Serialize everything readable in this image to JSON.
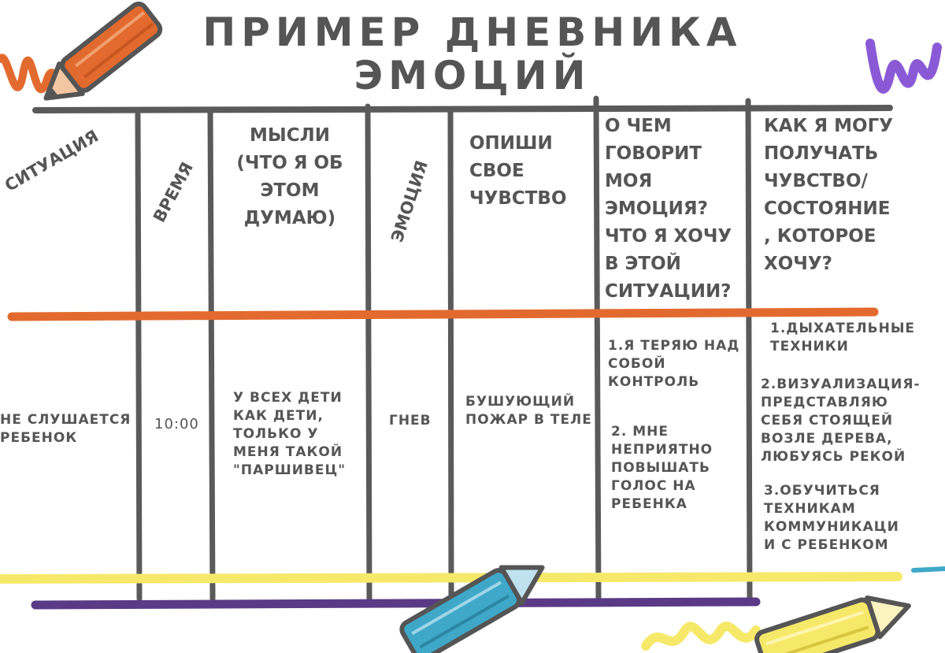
{
  "title": {
    "line1": "ПРИМЕР ДНЕВНИКА",
    "line2": "ЭМОЦИЙ"
  },
  "columns": {
    "situation": "СИТУАЦИЯ",
    "time": "ВРЕМЯ",
    "thoughts": "МЫСЛИ\n(ЧТО Я ОБ\nЭТОМ\nДУМАЮ)",
    "emotion": "ЭМОЦИЯ",
    "feeling": "ОПИШИ\nСВОЕ\nЧУВСТВО",
    "meaning": "О ЧЕМ\nГОВОРИТ\nМОЯ\nЭМОЦИЯ?\nЧТО Я ХОЧУ\nВ ЭТОЙ\nСИТУАЦИИ?",
    "how": "КАК Я МОГУ\nПОЛУЧАТЬ\nЧУВСТВО/\nСОСТОЯНИЕ\n, КОТОРОЕ\nХОЧУ?"
  },
  "row": {
    "situation": "НЕ СЛУШАЕТСЯ\nРЕБЕНОК",
    "time": "10:00",
    "thoughts": "У ВСЕХ ДЕТИ\nКАК ДЕТИ,\nТОЛЬКО У\nМЕНЯ ТАКОЙ\n\"ПАРШИВЕЦ\"",
    "emotion": "ГНЕВ",
    "feeling": "БУШУЮЩИЙ\nПОЖАР В ТЕЛЕ",
    "meaning_1": "1.Я ТЕРЯЮ НАД\nСОБОЙ\nКОНТРОЛЬ",
    "meaning_2": "2. МНЕ\nНЕПРИЯТНО\nПОВЫШАТЬ\nГОЛОС НА\nРЕБЕНКА",
    "how_1": "1.ДЫХАТЕЛЬНЫЕ\nТЕХНИКИ",
    "how_2": "2.ВИЗУАЛИЗАЦИЯ-\nПРЕДСТАВЛЯЮ\nСЕБЯ СТОЯЩЕЙ\nВОЗЛЕ ДЕРЕВА,\nЛЮБУЯСЬ РЕКОЙ",
    "how_3": "3.ОБУЧИТЬСЯ\nТЕХНИКАМ\nКОММУНИКАЦИ\nИ С РЕБЕНКОМ"
  },
  "colors": {
    "text": "#555555",
    "grid": "#5a5a5a",
    "orange": "#e36a2e",
    "yellow": "#f6e96a",
    "purple": "#5a3a86",
    "violet": "#8a5ad6",
    "blue": "#3fa8c9"
  },
  "icons": [
    "orange-pencil-icon",
    "blue-pencil-icon",
    "yellow-pencil-icon"
  ]
}
